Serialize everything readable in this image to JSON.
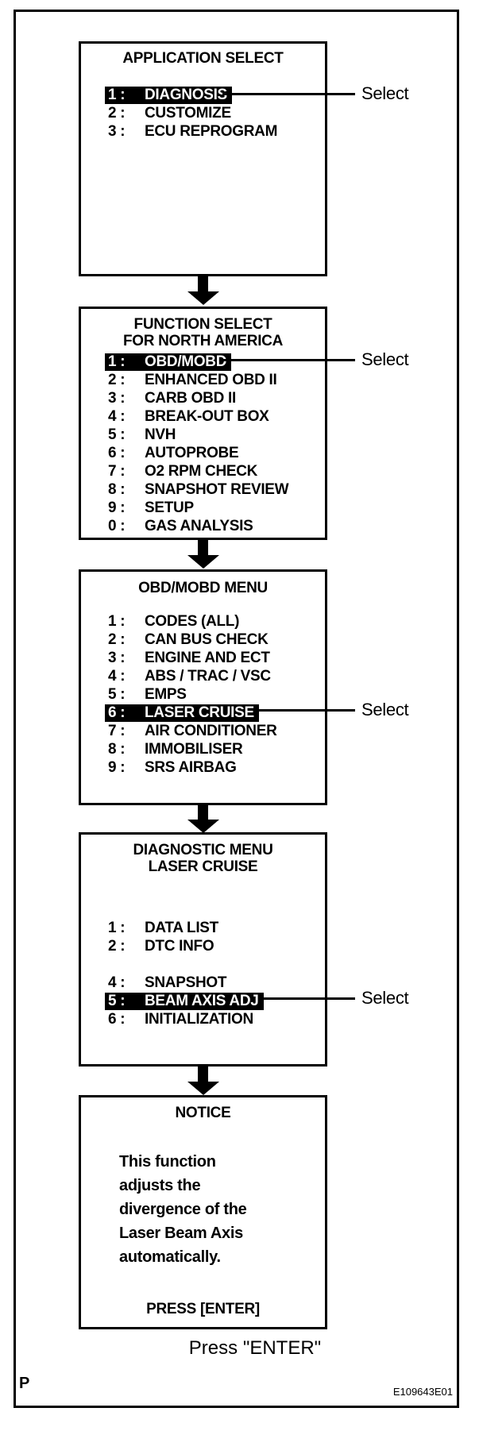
{
  "colors": {
    "ink": "#000000",
    "paper": "#ffffff",
    "highlight_bg": "#000000",
    "highlight_text": "#ffffff"
  },
  "callouts": [
    {
      "label": "Select"
    },
    {
      "label": "Select"
    },
    {
      "label": "Select"
    },
    {
      "label": "Select"
    }
  ],
  "caption": "Press \"ENTER\"",
  "footer": {
    "page_marker": "P",
    "figure_id": "E109643E01"
  },
  "screens": [
    {
      "title_lines": [
        "APPLICATION SELECT"
      ],
      "items": [
        {
          "prefix": "1 :",
          "label": "DIAGNOSIS",
          "selected": true
        },
        {
          "prefix": "2 :",
          "label": "CUSTOMIZE",
          "selected": false
        },
        {
          "prefix": "3 :",
          "label": "ECU REPROGRAM",
          "selected": false
        }
      ]
    },
    {
      "title_lines": [
        "FUNCTION SELECT",
        "FOR NORTH AMERICA"
      ],
      "items": [
        {
          "prefix": "1 :",
          "label": "OBD/MOBD",
          "selected": true
        },
        {
          "prefix": "2 :",
          "label": "ENHANCED OBD II",
          "selected": false
        },
        {
          "prefix": "3 :",
          "label": "CARB OBD II",
          "selected": false
        },
        {
          "prefix": "4 :",
          "label": "BREAK-OUT BOX",
          "selected": false
        },
        {
          "prefix": "5 :",
          "label": "NVH",
          "selected": false
        },
        {
          "prefix": "6 :",
          "label": "AUTOPROBE",
          "selected": false
        },
        {
          "prefix": "7 :",
          "label": "O2 RPM CHECK",
          "selected": false
        },
        {
          "prefix": "8 :",
          "label": "SNAPSHOT REVIEW",
          "selected": false
        },
        {
          "prefix": "9 :",
          "label": "SETUP",
          "selected": false
        },
        {
          "prefix": "0 :",
          "label": "GAS ANALYSIS",
          "selected": false
        }
      ]
    },
    {
      "title_lines": [
        "OBD/MOBD MENU"
      ],
      "items": [
        {
          "prefix": "1 :",
          "label": "CODES (ALL)",
          "selected": false
        },
        {
          "prefix": "2 :",
          "label": "CAN BUS CHECK",
          "selected": false
        },
        {
          "prefix": "3 :",
          "label": "ENGINE AND ECT",
          "selected": false
        },
        {
          "prefix": "4 :",
          "label": "ABS / TRAC / VSC",
          "selected": false
        },
        {
          "prefix": "5 :",
          "label": "EMPS",
          "selected": false
        },
        {
          "prefix": "6 :",
          "label": "LASER CRUISE",
          "selected": true
        },
        {
          "prefix": "7 :",
          "label": "AIR CONDITIONER",
          "selected": false
        },
        {
          "prefix": "8 :",
          "label": "IMMOBILISER",
          "selected": false
        },
        {
          "prefix": "9 :",
          "label": "SRS AIRBAG",
          "selected": false
        }
      ]
    },
    {
      "title_lines": [
        "DIAGNOSTIC MENU",
        "LASER CRUISE"
      ],
      "items": [
        {
          "prefix": "1 :",
          "label": "DATA LIST",
          "selected": false
        },
        {
          "prefix": "2 :",
          "label": "DTC INFO",
          "selected": false
        },
        {
          "prefix": "4 :",
          "label": "SNAPSHOT",
          "selected": false
        },
        {
          "prefix": "5 :",
          "label": "BEAM AXIS ADJ",
          "selected": true
        },
        {
          "prefix": "6 :",
          "label": "INITIALIZATION",
          "selected": false
        }
      ]
    },
    {
      "title_lines": [
        "NOTICE"
      ],
      "body_lines": [
        "This function",
        "adjusts the",
        "divergence of the",
        "Laser Beam Axis",
        "automatically."
      ],
      "footer_line": "PRESS [ENTER]"
    }
  ]
}
